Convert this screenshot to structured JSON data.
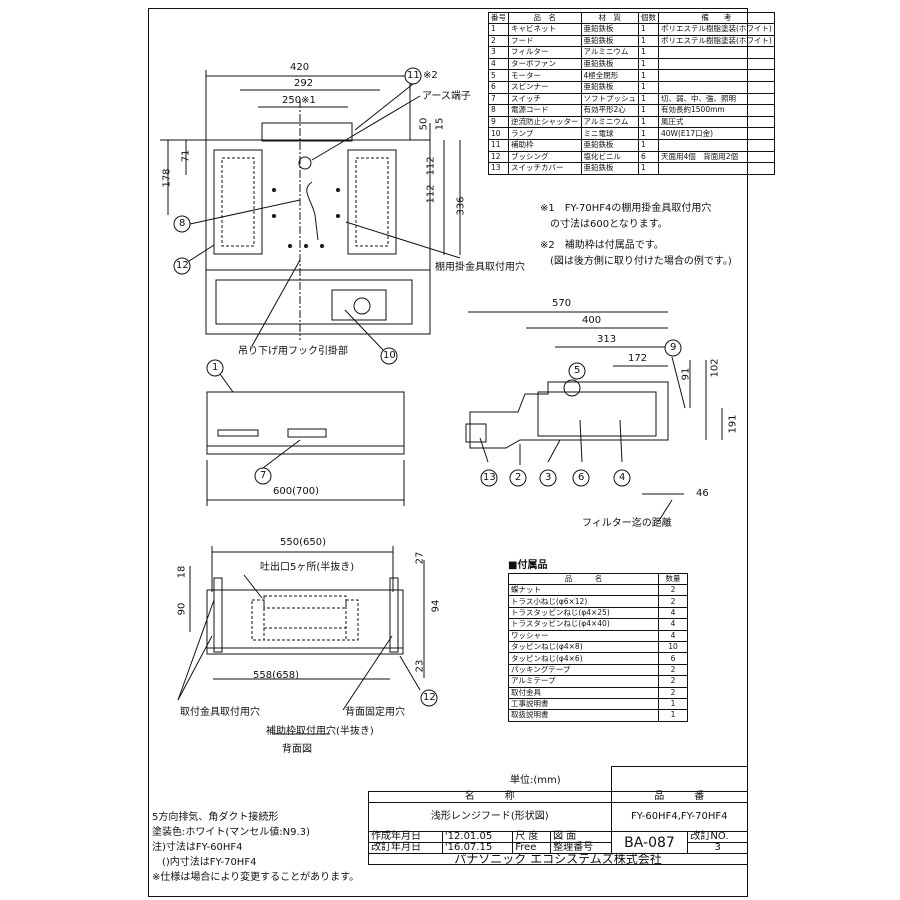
{
  "parts_table": {
    "headers": [
      "番号",
      "品　名",
      "材　質",
      "個数",
      "備　　考"
    ],
    "rows": [
      [
        "1",
        "キャビネット",
        "亜鉛鉄板",
        "1",
        "ポリエステル樹脂塗装(ホワイト)"
      ],
      [
        "2",
        "フード",
        "亜鉛鉄板",
        "1",
        "ポリエステル樹脂塗装(ホワイト)"
      ],
      [
        "3",
        "フィルター",
        "アルミニウム",
        "1",
        ""
      ],
      [
        "4",
        "ターボファン",
        "亜鉛鉄板",
        "1",
        ""
      ],
      [
        "5",
        "モーター",
        "4極全閉形",
        "1",
        ""
      ],
      [
        "6",
        "スピンナー",
        "亜鉛鉄板",
        "1",
        ""
      ],
      [
        "7",
        "スイッチ",
        "ソフトプッシュ",
        "1",
        "切、弱、中、強、照明"
      ],
      [
        "8",
        "電源コード",
        "有効平形2心",
        "1",
        "有効長約1500mm"
      ],
      [
        "9",
        "逆流防止シャッター",
        "アルミニウム",
        "1",
        "風圧式"
      ],
      [
        "10",
        "ランプ",
        "ミニ電球",
        "1",
        "40W(E17口金)"
      ],
      [
        "11",
        "補助枠",
        "亜鉛鉄板",
        "1",
        ""
      ],
      [
        "12",
        "ブッシング",
        "塩化ビニル",
        "6",
        "天面用4個　背面用2個"
      ],
      [
        "13",
        "スイッチカバー",
        "亜鉛鉄板",
        "1",
        ""
      ]
    ]
  },
  "notes_right": [
    "※1　FY-70HF4の棚用掛金具取付用穴",
    "　の寸法は600となります。",
    "※2　補助枠は付属品です。",
    "　(図は後方側に取り付けた場合の例です。)"
  ],
  "accessory_table": {
    "caption": "■付属品",
    "headers": [
      "品　　　名",
      "数量"
    ],
    "rows": [
      [
        "蝶ナット",
        "2"
      ],
      [
        "トラス小ねじ(φ6×12)",
        "2"
      ],
      [
        "トラスタッピンねじ(φ4×25)",
        "4"
      ],
      [
        "トラスタッピンねじ(φ4×40)",
        "4"
      ],
      [
        "ワッシャー",
        "4"
      ],
      [
        "タッピンねじ(φ4×8)",
        "10"
      ],
      [
        "タッピンねじ(φ4×6)",
        "6"
      ],
      [
        "パッキングテープ",
        "2"
      ],
      [
        "アルミテープ",
        "2"
      ],
      [
        "取付金具",
        "2"
      ],
      [
        "工事説明書",
        "1"
      ],
      [
        "取扱説明書",
        "1"
      ]
    ]
  },
  "top_view": {
    "dims": [
      "420",
      "292",
      "250※1",
      "178",
      "71",
      "50",
      "15",
      "112",
      "112",
      "336"
    ],
    "labels": [
      "アース端子",
      "棚用掛金具取付用穴",
      "吊り下げ用フック引掛部"
    ],
    "callouts": [
      "11",
      "8",
      "12",
      "10"
    ],
    "callout_11_suffix": "※2"
  },
  "front_view": {
    "dim": "600(700)",
    "callouts": [
      "1",
      "7"
    ]
  },
  "side_view": {
    "dims": [
      "570",
      "400",
      "313",
      "172",
      "91",
      "102",
      "191",
      "46"
    ],
    "label": "フィルター迄の距離",
    "callouts": [
      "9",
      "5",
      "13",
      "2",
      "3",
      "6",
      "4"
    ]
  },
  "back_view": {
    "dims": [
      "550(650)",
      "558(658)",
      "18",
      "90",
      "27",
      "94",
      "23"
    ],
    "labels": [
      "吐出口5ヶ所(半抜き)",
      "取付金具取付用穴",
      "背面固定用穴",
      "補助枠取付用穴(半抜き)",
      "背面図"
    ],
    "callouts": [
      "12"
    ]
  },
  "title_block": {
    "unit": "単位:(mm)",
    "name_header": "名　　　称",
    "number_header": "品　　　番",
    "name": "浅形レンジフード(形状図)",
    "number": "FY-60HF4,FY-70HF4",
    "created_label": "作成年月日",
    "created": "'12.01.05",
    "revised_label": "改訂年月日",
    "revised": "'16.07.15",
    "scale_label": "尺 度",
    "scale": "Free",
    "drawing_label": "図 面",
    "mgmt_label": "整理番号",
    "drawing_no": "BA-087",
    "sheet_label": "改訂NO.",
    "sheet_no": "3",
    "company": "パナソニック エコシステムズ株式会社"
  },
  "notes_left": [
    "5方向排気、角ダクト接続形",
    "塗装色:ホワイト(マンセル値:N9.3)",
    "注)寸法はFY-60HF4",
    "　()内寸法はFY-70HF4",
    "※仕様は場合により変更することがあります。"
  ]
}
